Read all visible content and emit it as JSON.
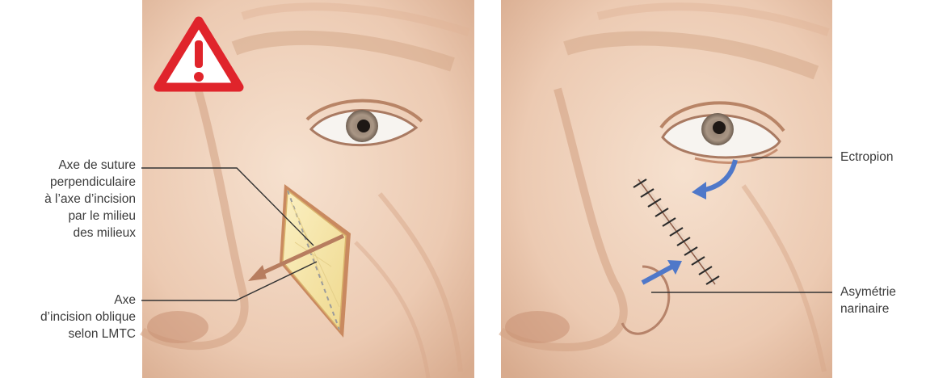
{
  "left_panel": {
    "warning_icon": "warning-triangle-icon",
    "label_suture_axis": [
      "Axe de suture",
      "perpendiculaire",
      "à l’axe d’incision",
      "par le milieu",
      "des milieux"
    ],
    "label_incision_axis": [
      "Axe",
      "d’incision oblique",
      "selon LMTC"
    ]
  },
  "right_panel": {
    "label_ectropion": "Ectropion",
    "label_asymmetry": [
      "Asymétrie",
      "narinaire"
    ]
  },
  "colors": {
    "skin": "#f2d8c4",
    "skin_shadow": "#d8ab8e",
    "warning_red": "#e0242b",
    "graft_yellow": "#f6e7a8",
    "arrow_brown": "#b77d5f",
    "arrow_blue": "#4f78c9",
    "suture_dark": "#2b2b2b",
    "leader_line": "#333333"
  }
}
